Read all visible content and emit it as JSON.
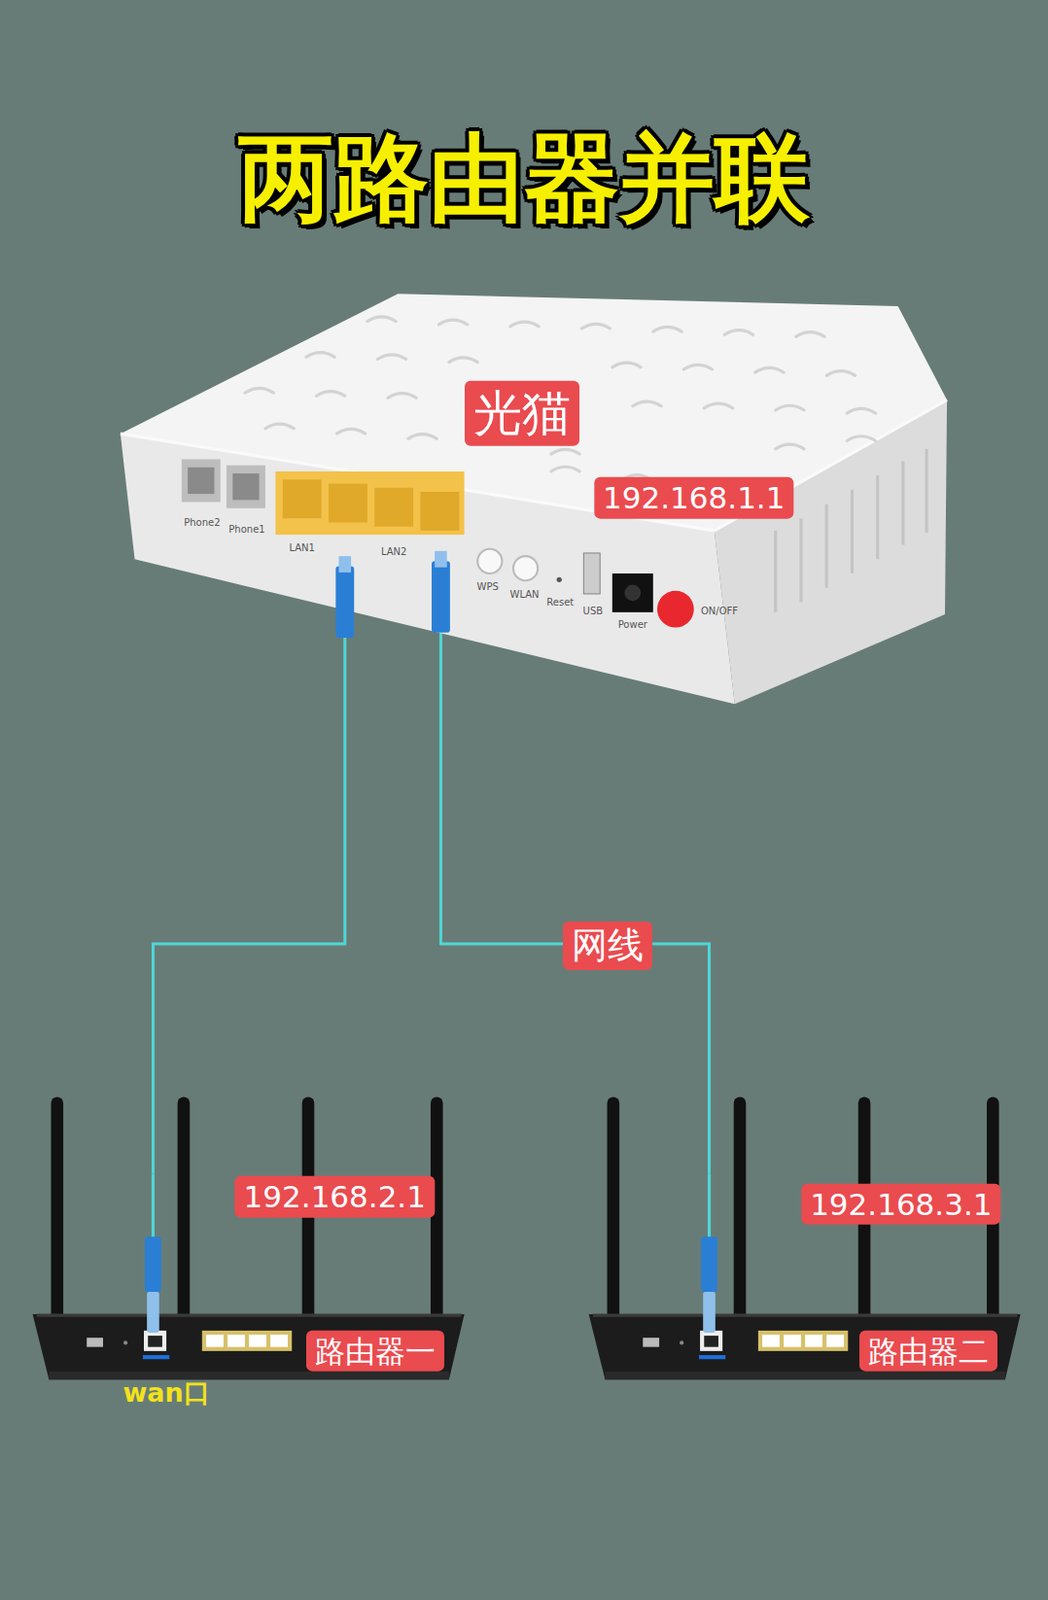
{
  "diagram": {
    "title": "两路由器并联",
    "nodes": [
      {
        "text": [
          "光猫",
          "192.168.1.1"
        ]
      },
      {
        "text": [
          "192.168.2.1",
          "路由器一"
        ]
      },
      {
        "text": [
          "192.168.3.1",
          "路由器二"
        ]
      }
    ],
    "edges": [
      {
        "from": 0,
        "to": 1,
        "arrow": "none"
      },
      {
        "from": 0,
        "to": 2,
        "label": "网线",
        "arrow": "none"
      }
    ],
    "labels": [
      "wan口",
      "Phone2",
      "Phone1",
      "LAN1",
      "LAN2",
      "WPS",
      "WLAN",
      "Reset",
      "USB",
      "Power",
      "ON/OFF"
    ]
  }
}
